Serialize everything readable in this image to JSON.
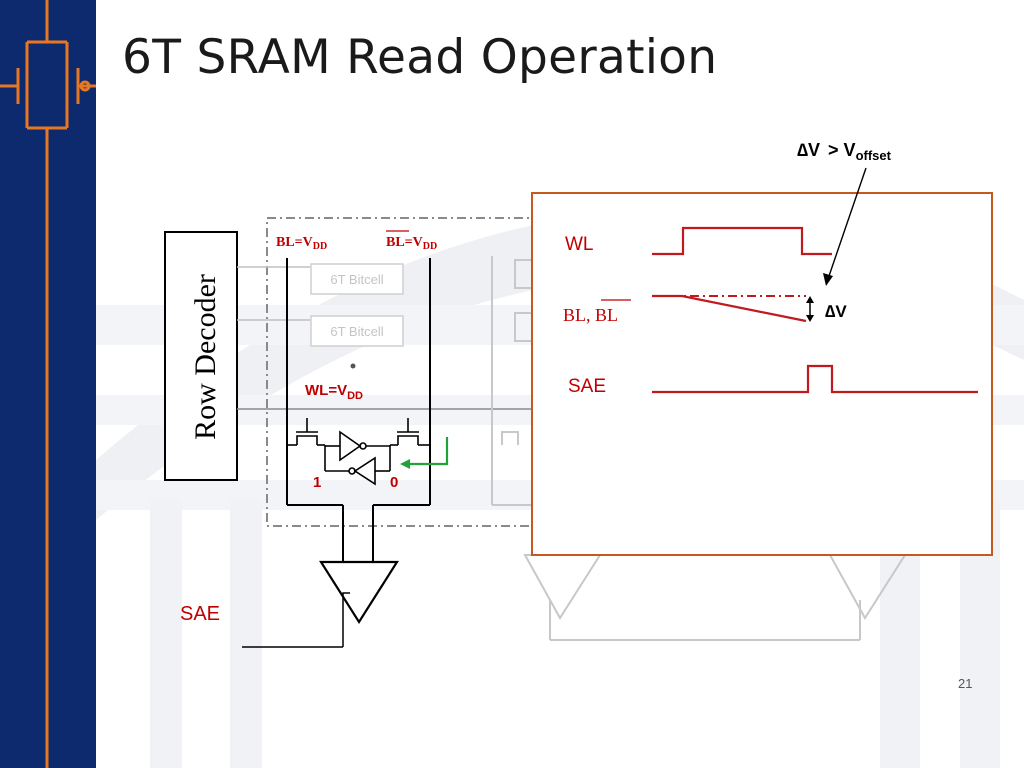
{
  "slide": {
    "title": "6T SRAM Read Operation",
    "page_number": "21"
  },
  "diagram": {
    "row_decoder_label": "Row Decoder",
    "bitcell_label": "6T Bitcell",
    "bl_label": "BL=V",
    "blb_label": "BL=V",
    "subscript_dd": "DD",
    "wl_label": "WL=V",
    "node_left_value": "1",
    "node_right_value": "0",
    "sae_label": "SAE"
  },
  "waveform": {
    "wl_label": "WL",
    "bl_label": "BL, ",
    "blb_label": "BL",
    "sae_label": "SAE",
    "delta_v_label": "∆V",
    "annotation_delta": "∆V",
    "annotation_gt": "> V",
    "annotation_sub": "offset"
  },
  "colors": {
    "sidebar": "#0d2a6e",
    "sidebar_accent": "#e87722",
    "red_label": "#c00000",
    "wave_red": "#c0191e",
    "panel_border": "#c65a1e",
    "green_arrow": "#22a33a"
  }
}
